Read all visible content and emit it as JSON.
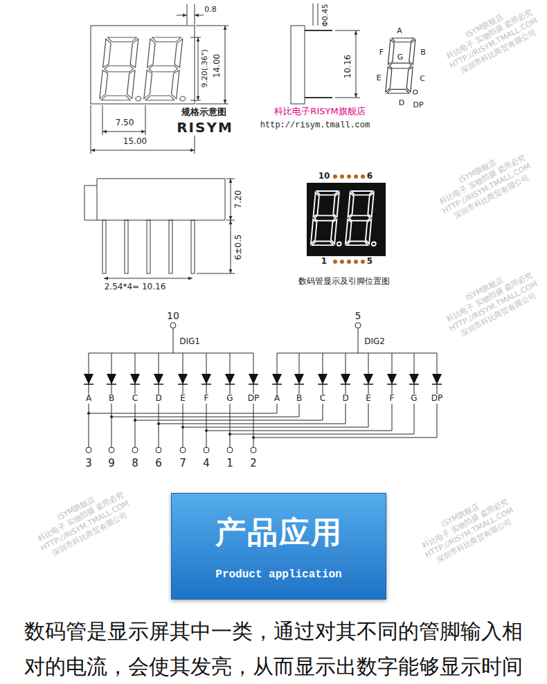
{
  "diagram": {
    "nodes": [
      {
        "text": [
          "产品应用",
          "Product application"
        ]
      }
    ],
    "labels": [
      "0.8",
      "Φ0.45",
      "14.00",
      "9.20(.36\")",
      "10.16",
      "7.50",
      "15.00",
      "规格示意图",
      "RISYM",
      "科比电子RISYM旗舰店",
      "http://risym.tmall.com",
      "A",
      "F",
      "B",
      "G",
      "E",
      "C",
      "D",
      "DP",
      "7.20",
      "6±0.5",
      "2.54*4= 10.16",
      "10",
      "6",
      "1",
      "5",
      "数码管显示及引脚位置图",
      "10",
      "5",
      "DIG1",
      "DIG2",
      "A",
      "B",
      "C",
      "D",
      "E",
      "F",
      "G",
      "DP",
      "A",
      "B",
      "C",
      "D",
      "E",
      "F",
      "G",
      "DP",
      "3",
      "9",
      "8",
      "6",
      "7",
      "4",
      "1",
      "2",
      "数码管是显示屏其中一类，通过对其不同的管脚输入相",
      "对的电流，会使其发亮，从而显示出数字能够显示时间",
      "ISYM旗舰店",
      "科比电子 实物拍摄 盗用必究",
      "HTTP://RISYM.TMALL.COM",
      "深圳市科比商贸有限公司",
      "ISYM旗舰店",
      "科比电子 实物拍摄 盗用必究",
      "HTTP://RISYM.TMALL.COM",
      "深圳市科比商贸有限公司",
      "ISYM旗舰店",
      "科比电子 实物拍摄 盗用必究",
      "HTTP://RISYM.TMALL.COM",
      "深圳市科比商贸有限公司",
      "ISYM旗舰店",
      "科比电子 实物拍摄 盗用必究",
      "HTTP://RISYM.TMALL.COM",
      "深圳市科比商贸有限公司",
      "ISYM旗舰店",
      "科比电子 实物拍摄 盗用必究",
      "HTTP://RISYM.TMALL.COM",
      "深圳市科比商贸有限公司"
    ]
  }
}
